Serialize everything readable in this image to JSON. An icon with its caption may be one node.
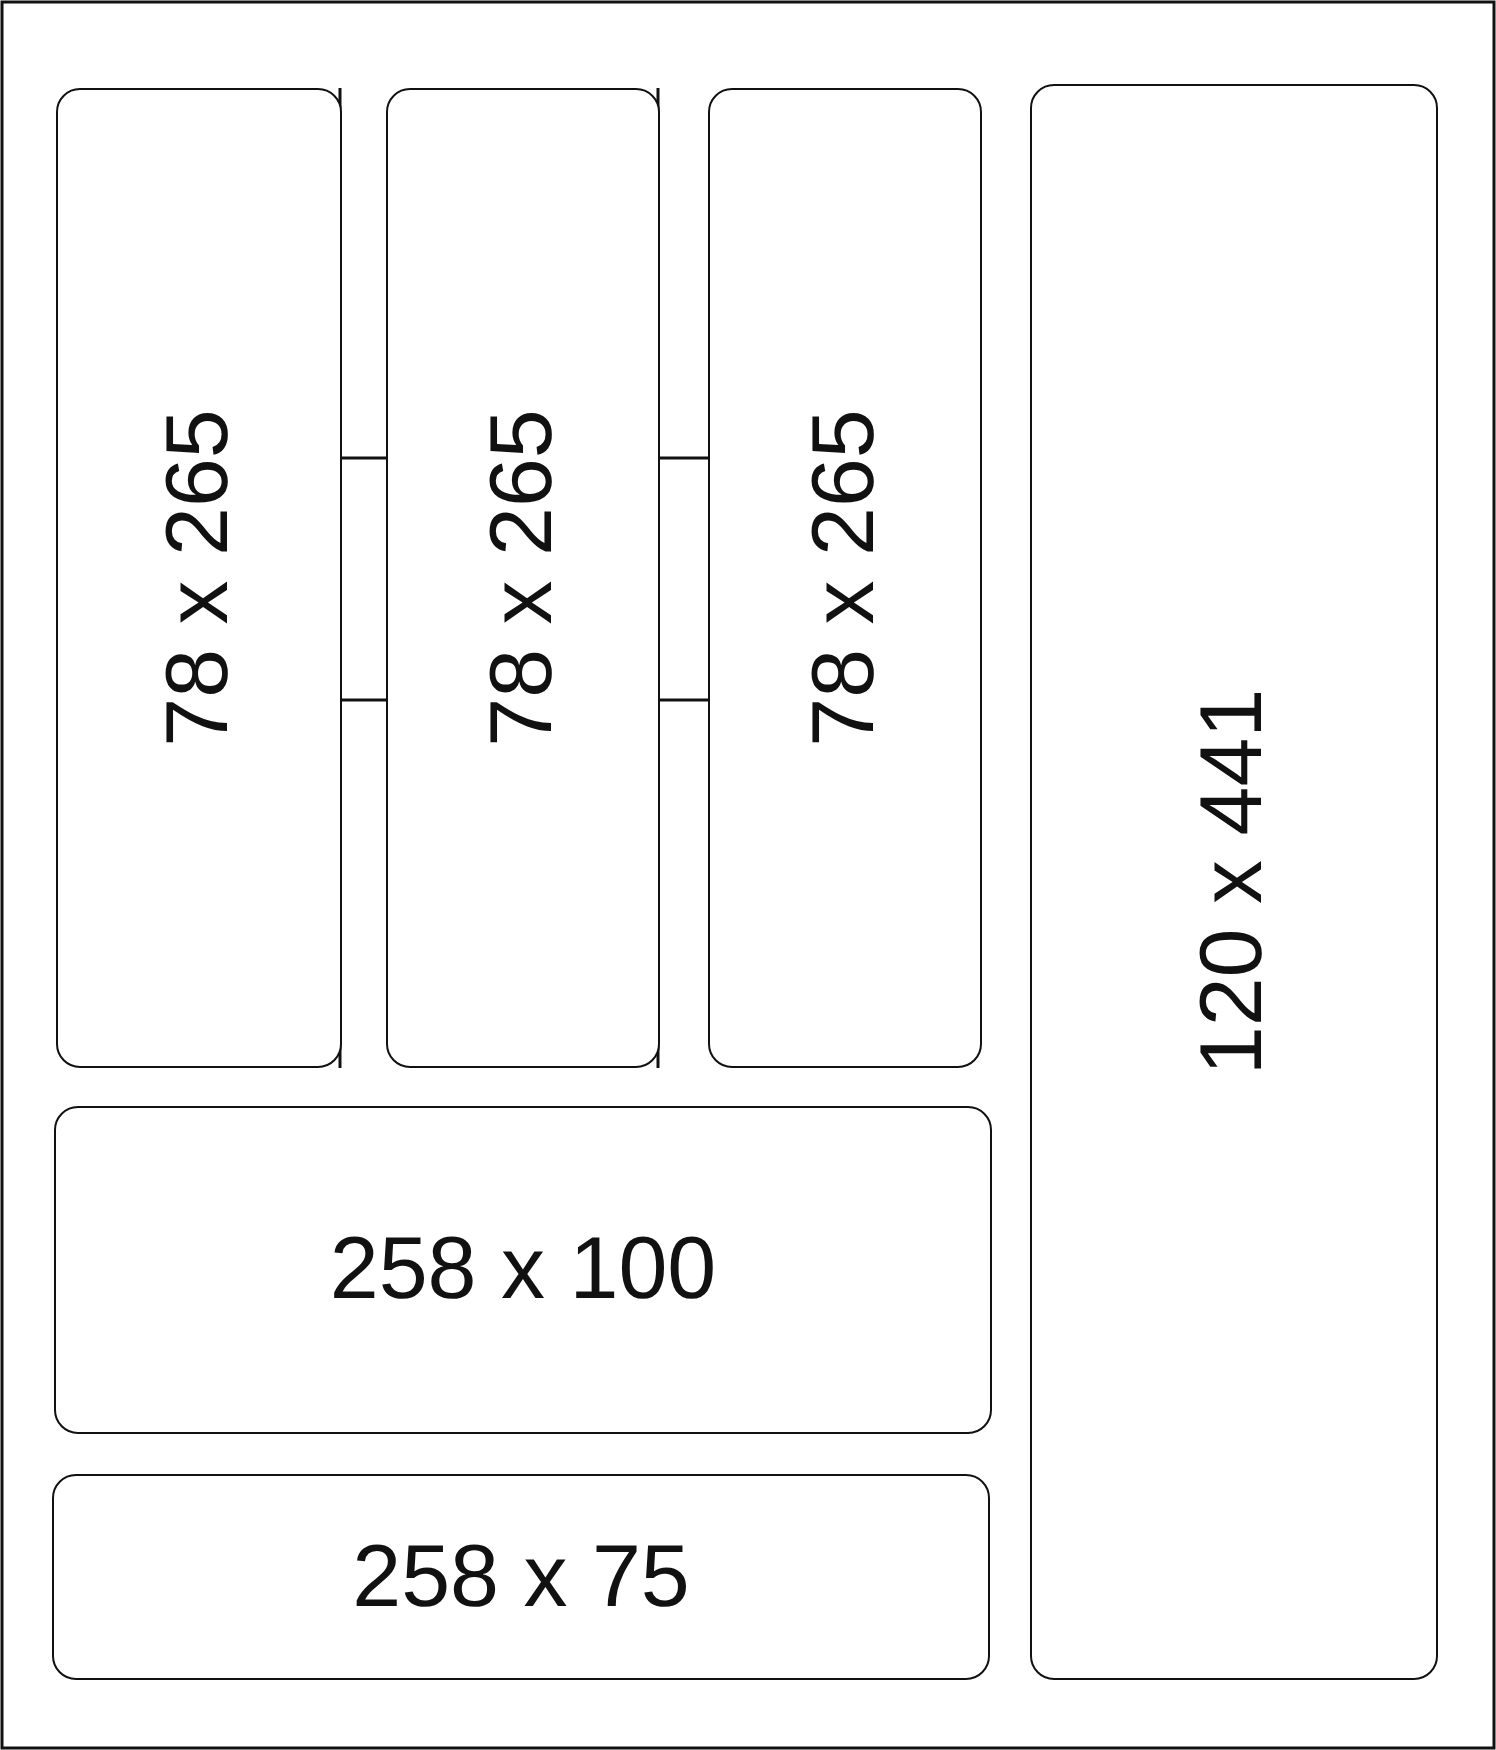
{
  "diagram": {
    "nodes": [
      {
        "text": [
          "78 x 265"
        ]
      },
      {
        "text": [
          "78 x 265"
        ]
      },
      {
        "text": [
          "78 x 265"
        ]
      },
      {
        "text": [
          "120 x 441"
        ]
      },
      {
        "text": [
          "258 x 100"
        ]
      },
      {
        "text": [
          "258 x 75"
        ]
      }
    ]
  }
}
